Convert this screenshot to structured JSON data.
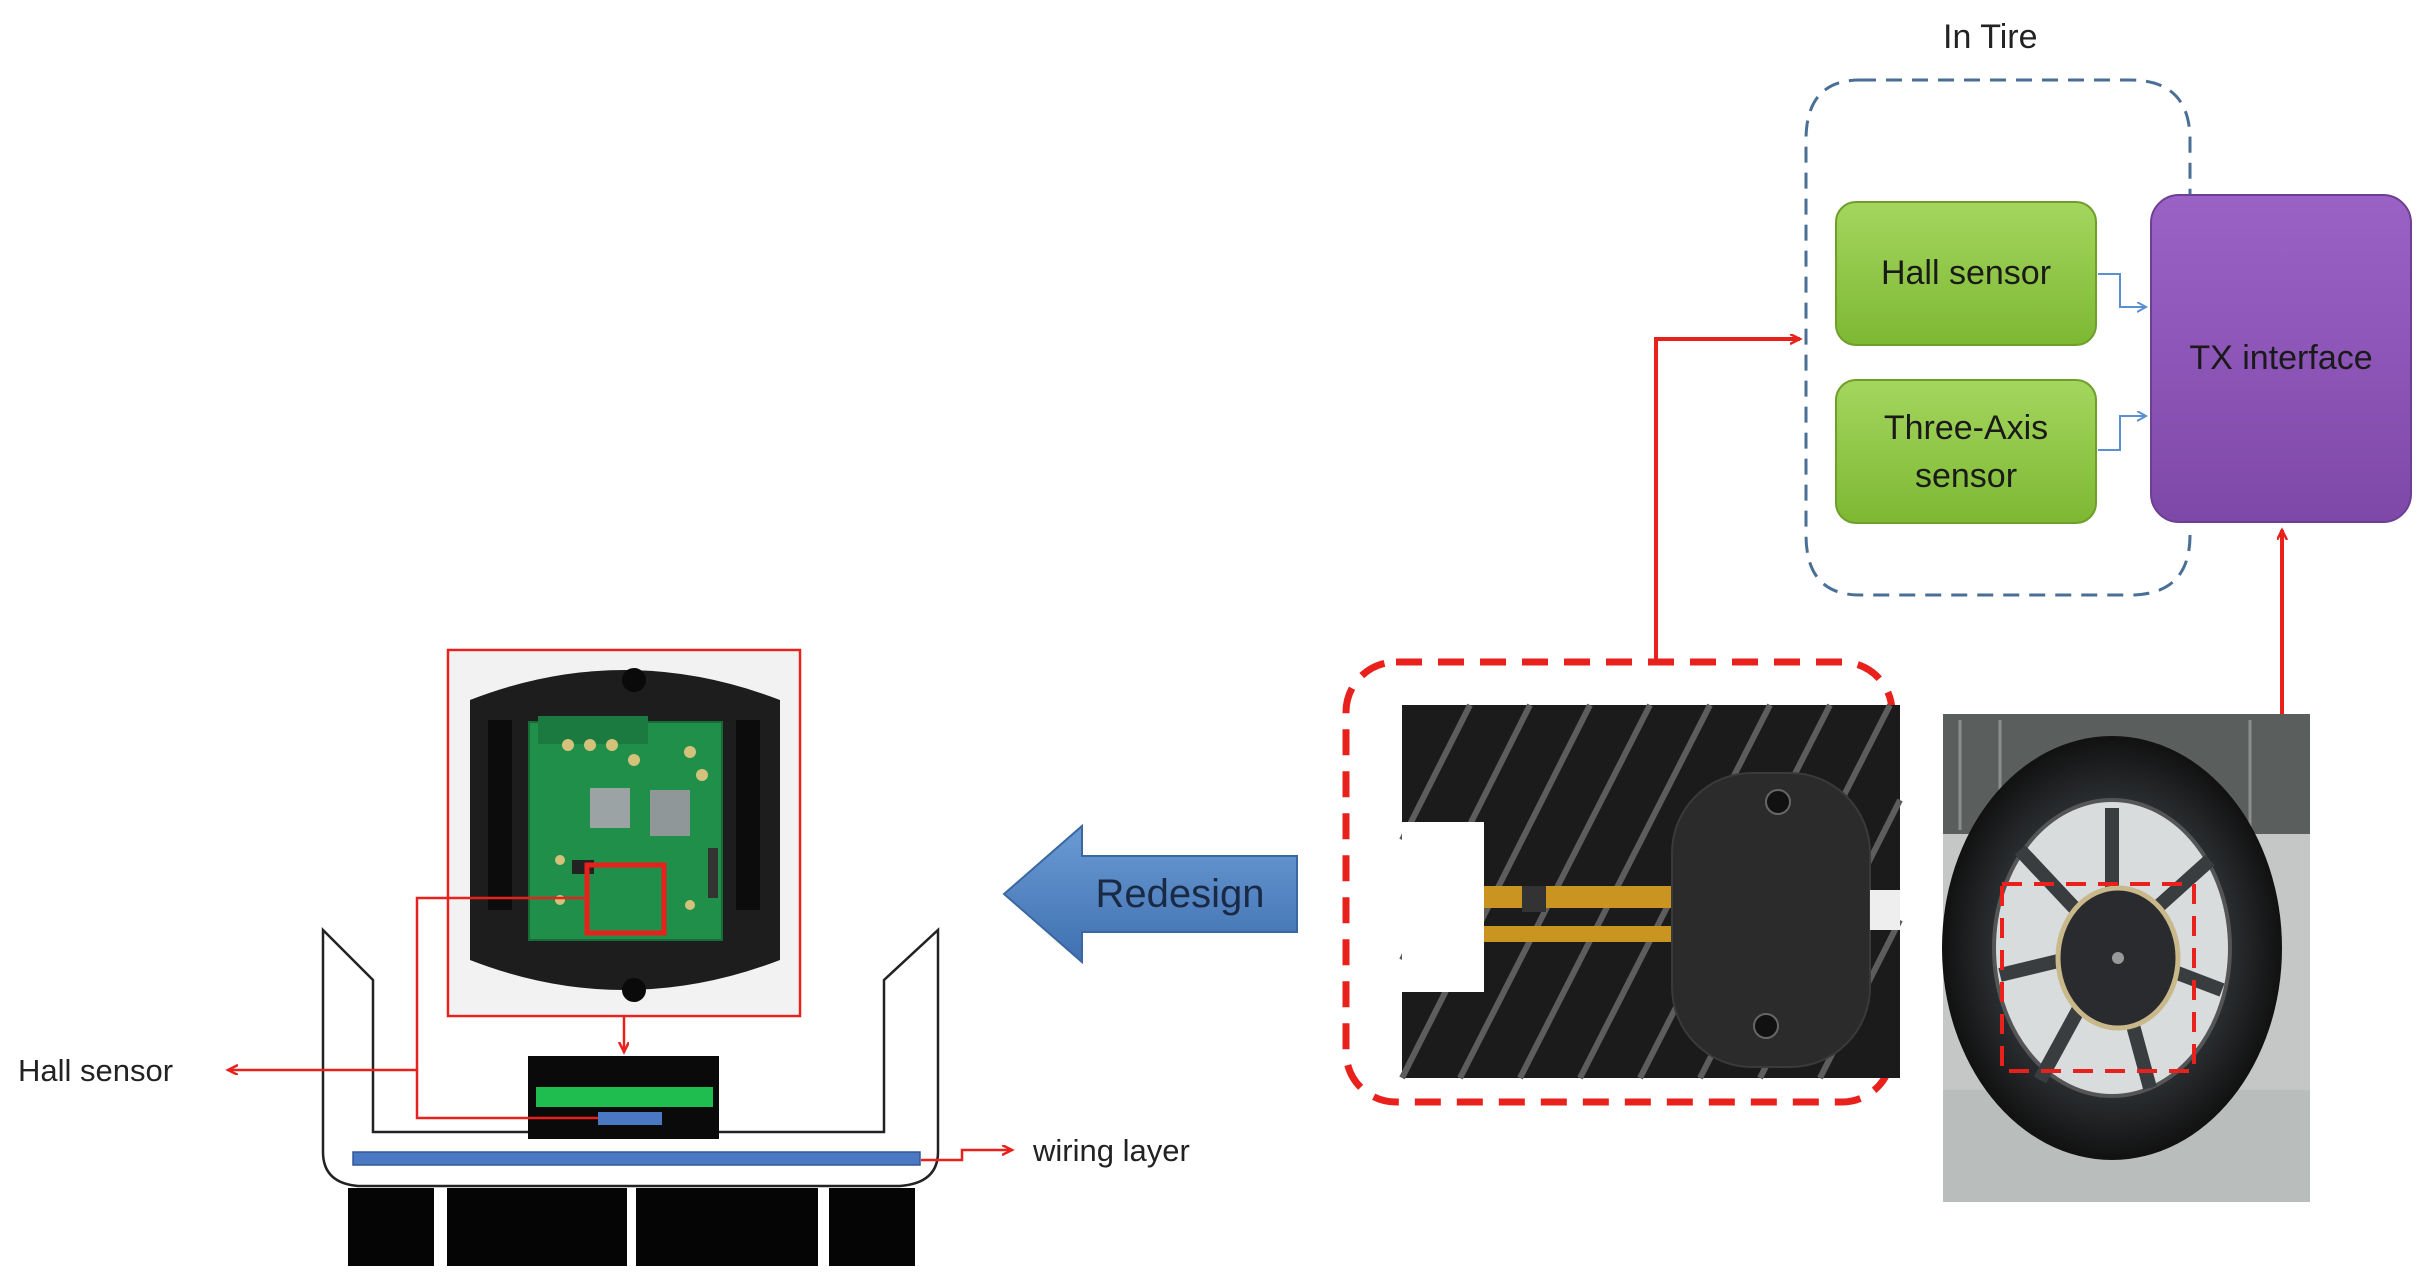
{
  "in_tire_label": "In Tire",
  "blocks": {
    "hall_sensor": "Hall sensor",
    "three_axis": "Three-Axis\nsensor",
    "tx_interface": "TX interface"
  },
  "redesign_label": "Redesign",
  "callouts": {
    "hall_sensor": "Hall sensor",
    "wiring_layer": "wiring layer"
  },
  "colors": {
    "green_block": "#8ec63f",
    "green_block_dark": "#6f9e2a",
    "purple_block": "#8e56b8",
    "purple_block_dark": "#6d3f93",
    "dashed_blue": "#4a6f96",
    "red": "#e8211c",
    "arrow_blue": "#4f81bd",
    "pcb_green": "#1f8f4a",
    "wiring_blue": "#4a78c2",
    "sensor_green": "#1fbd4f"
  }
}
